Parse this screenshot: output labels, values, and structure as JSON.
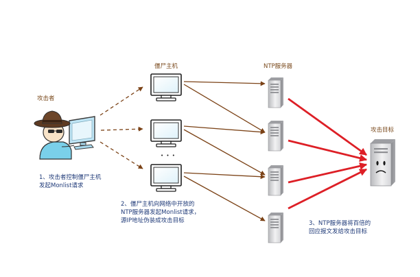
{
  "labels": {
    "attacker": "攻击者",
    "zombie_hosts": "僵尸主机",
    "ntp_servers": "NTP服务器",
    "target": "攻击目标",
    "ellipsis": "• • •"
  },
  "steps": {
    "step1_line1": "1、攻击者控制僵尸主机",
    "step1_line2": "发起Monlist请求",
    "step2_line1": "2、僵尸主机向网络中开放的",
    "step2_line2": "NTP服务器发起Monlist请求，",
    "step2_line3": "源IP地址伪装成攻击目标",
    "step3_line1": "3、NTP服务器将百倍的",
    "step3_line2": "回应报文发给攻击目标"
  },
  "colors": {
    "label_brown": "#7a4a1d",
    "note_blue": "#1f3a78",
    "request_arrow": "#7b4216",
    "response_arrow": "#dd1f26",
    "hat": "#5e3b22",
    "shirt": "#7ad0ea",
    "monitor_blue": "#bfe5f5"
  },
  "icons": {
    "attacker": "hacker-at-computer-icon",
    "zombie": "desktop-computer-icon",
    "ntp": "server-tower-icon",
    "target": "sad-server-icon"
  }
}
